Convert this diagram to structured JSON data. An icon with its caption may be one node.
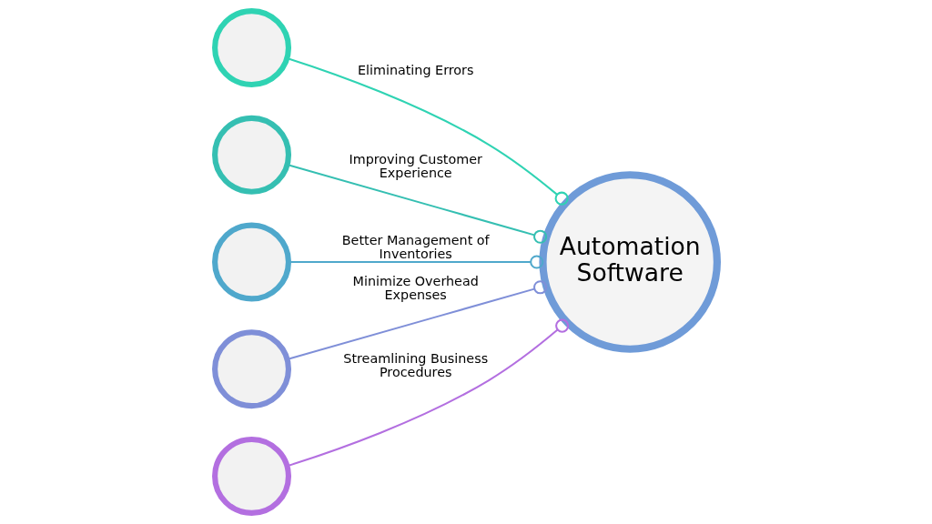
{
  "diagram": {
    "nodes": [
      {
        "text": [
          "Automation Software"
        ]
      },
      {
        "text": [],
        "shape": "circle"
      },
      {
        "text": [],
        "shape": "circle"
      },
      {
        "text": [],
        "shape": "circle"
      },
      {
        "text": [],
        "shape": "circle"
      },
      {
        "text": [],
        "shape": "circle"
      }
    ],
    "edges": [
      {
        "from": 0,
        "to": 1,
        "arrow": "other",
        "label": "Eliminating Errors",
        "color": "#2fd3b3"
      },
      {
        "from": 0,
        "to": 2,
        "arrow": "other",
        "label": "Improving Customer Experience",
        "color": "#35bfb2"
      },
      {
        "from": 0,
        "to": 3,
        "arrow": "other",
        "label": "Better Management of Inventories",
        "color": "#4fa8cc"
      },
      {
        "from": 0,
        "to": 4,
        "arrow": "other",
        "label": "Minimize Overhead Expenses",
        "color": "#7f8fd8"
      },
      {
        "from": 0,
        "to": 5,
        "arrow": "other",
        "label": "Streamlining Business Procedures",
        "color": "#b36fe0"
      }
    ]
  }
}
